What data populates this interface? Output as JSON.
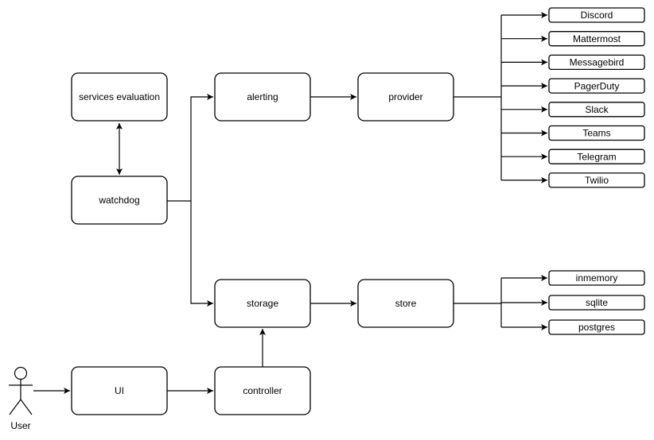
{
  "nodes": {
    "services_evaluation": "services evaluation",
    "watchdog": "watchdog",
    "alerting": "alerting",
    "provider": "provider",
    "storage": "storage",
    "store": "store",
    "ui": "UI",
    "controller": "controller"
  },
  "providers": [
    "Discord",
    "Mattermost",
    "Messagebird",
    "PagerDuty",
    "Slack",
    "Teams",
    "Telegram",
    "Twilio"
  ],
  "stores": [
    "inmemory",
    "sqlite",
    "postgres"
  ],
  "actor": {
    "label": "User"
  }
}
